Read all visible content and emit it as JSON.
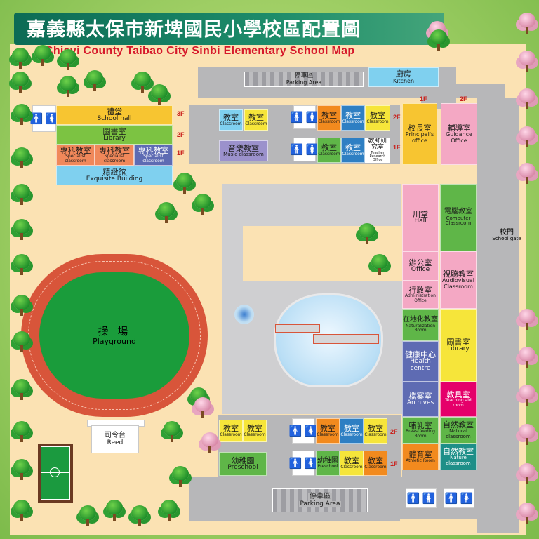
{
  "title": {
    "zh": "嘉義縣太保市新埤國民小學校區配置圖",
    "en": "Chiayi County Taibao City Sinbi Elementary School Map"
  },
  "parking_top": {
    "zh": "停車區",
    "en": "Parking Area"
  },
  "parking_bottom": {
    "zh": "停車區",
    "en": "Parking Area"
  },
  "kitchen": {
    "zh": "廚房",
    "en": "Kitchen"
  },
  "school_hall": {
    "zh": "禮堂",
    "en": "School hall"
  },
  "library_west": {
    "zh": "圖書室",
    "en": "Library"
  },
  "special_rooms": [
    {
      "zh": "專科教室",
      "en": "Specialist classroom"
    },
    {
      "zh": "專科教室",
      "en": "Specialist classroom"
    },
    {
      "zh": "專科教室",
      "en": "Specialist classroom"
    }
  ],
  "exquisite": {
    "zh": "精緻館",
    "en": "Exquisite Building"
  },
  "floors": {
    "f1": "1F",
    "f2": "2F",
    "f3": "3F"
  },
  "classroom": {
    "zh": "教室",
    "en": "Classroom"
  },
  "music": {
    "zh": "音樂教室",
    "en": "Music classroom"
  },
  "teacher_research": {
    "zh": "教師研究室",
    "en": "Teacher Research Office"
  },
  "principal": {
    "zh": "校長室",
    "en": "Principal's office"
  },
  "guidance": {
    "zh": "輔導室",
    "en": "Guidance Office"
  },
  "hall": {
    "zh": "川堂",
    "en": "Hall"
  },
  "computer": {
    "zh": "電腦教室",
    "en": "Computer Classroom"
  },
  "gate": {
    "zh": "校門",
    "en": "School gate"
  },
  "office": {
    "zh": "辦公室",
    "en": "Office"
  },
  "admin": {
    "zh": "行政室",
    "en": "Administration Office"
  },
  "audiovisual": {
    "zh": "視聽教室",
    "en": "Audiovisual Classroom"
  },
  "naturalization": {
    "zh": "在地化教室",
    "en": "Naturalization Room"
  },
  "health": {
    "zh": "健康中心",
    "en": "Health centre"
  },
  "library_east": {
    "zh": "圖書室",
    "en": "Library"
  },
  "archives": {
    "zh": "檔案室",
    "en": "Archives"
  },
  "teaching_aid": {
    "zh": "教具室",
    "en": "Teaching aid room"
  },
  "breastfeeding": {
    "zh": "哺乳室",
    "en": "Breastfeeding Room"
  },
  "natural_classroom": {
    "zh": "自然教室",
    "en": "Natural classroom"
  },
  "athletic": {
    "zh": "體育室",
    "en": "Athletic Room"
  },
  "nature_classroom": {
    "zh": "自然教室",
    "en": "Nature classroom"
  },
  "playground": {
    "zh": "操 場",
    "en": "Playground"
  },
  "reed": {
    "zh": "司令台",
    "en": "Reed"
  },
  "preschool": {
    "zh": "幼稚園",
    "en": "Preschool"
  },
  "colors": {
    "hall_yellow": "#f7c531",
    "library_green": "#7cc342",
    "special_orange": "#f0885a",
    "special_blue": "#5e6bb3",
    "light_blue": "#7fd0ef",
    "lavender": "#9b91cc",
    "green": "#5fb648",
    "orange": "#f28a1e",
    "blue": "#2e7fc3",
    "yellow": "#f6e53a",
    "pink": "#f4a8c4",
    "magenta": "#e5006a",
    "teal": "#1e8f88",
    "track": "#d8553a",
    "field": "#1a9c3b"
  }
}
